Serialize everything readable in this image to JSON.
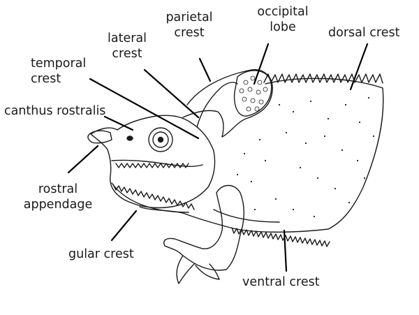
{
  "colors": {
    "ink": "#1a1a1a",
    "leader": "#000000",
    "background": "#ffffff"
  },
  "labels": {
    "parietal_crest": [
      "parietal",
      "crest"
    ],
    "occipital_lobe": [
      "occipital",
      "lobe"
    ],
    "dorsal_crest": "dorsal crest",
    "lateral_crest": [
      "lateral",
      "crest"
    ],
    "temporal_crest": [
      "temporal",
      "crest"
    ],
    "canthus_rostralis": "canthus rostralis",
    "rostral_appendage": [
      "rostral",
      "appendage"
    ],
    "gular_crest": "gular crest",
    "ventral_crest": "ventral crest"
  }
}
